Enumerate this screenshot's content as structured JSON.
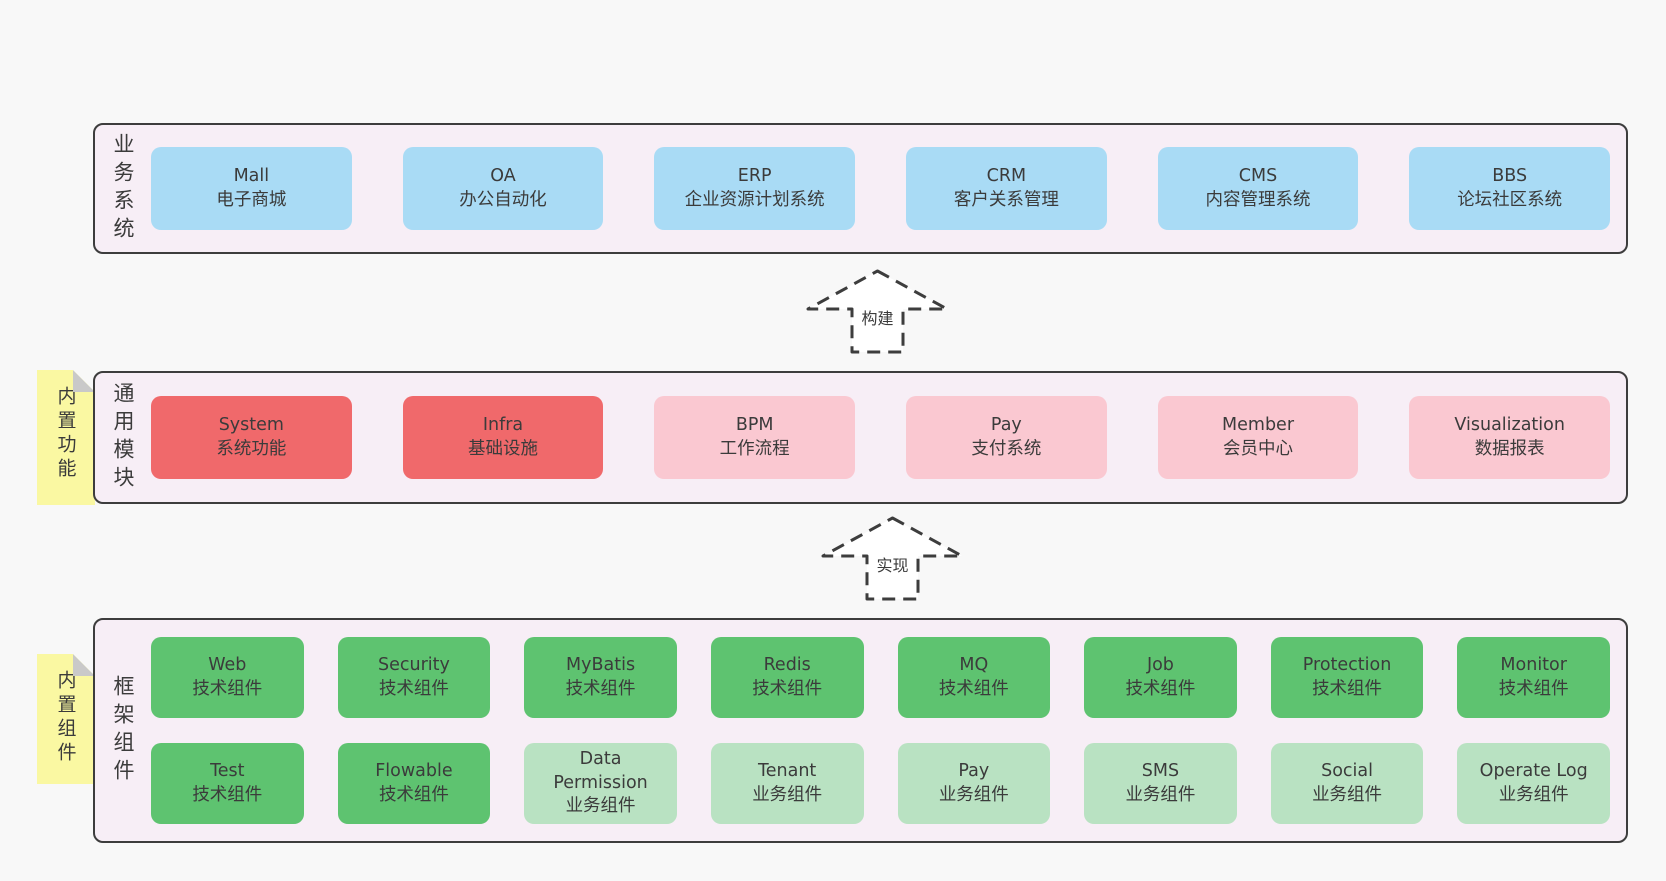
{
  "colors": {
    "page_bg": "#f8f8f8",
    "band_bg": "#f7eef6",
    "band_border": "#3d3d3d",
    "note_bg": "#faf8a2",
    "note_fold": "#c9c9c9",
    "text": "#3b3b3b",
    "blue": "#a9dbf5",
    "red": "#f0696b",
    "pink": "#fac8d1",
    "green": "#5ec370",
    "lightgreen": "#b9e2c2"
  },
  "bands": [
    {
      "id": "business-systems",
      "label": "业务系统",
      "boxes": [
        {
          "name": "Mall",
          "desc": "电子商城",
          "variant": "blue"
        },
        {
          "name": "OA",
          "desc": "办公自动化",
          "variant": "blue"
        },
        {
          "name": "ERP",
          "desc": "企业资源计划系统",
          "variant": "blue"
        },
        {
          "name": "CRM",
          "desc": "客户关系管理",
          "variant": "blue"
        },
        {
          "name": "CMS",
          "desc": "内容管理系统",
          "variant": "blue"
        },
        {
          "name": "BBS",
          "desc": "论坛社区系统",
          "variant": "blue"
        }
      ]
    },
    {
      "id": "common-modules",
      "label": "通用模块",
      "boxes": [
        {
          "name": "System",
          "desc": "系统功能",
          "variant": "red"
        },
        {
          "name": "Infra",
          "desc": "基础设施",
          "variant": "red"
        },
        {
          "name": "BPM",
          "desc": "工作流程",
          "variant": "pink"
        },
        {
          "name": "Pay",
          "desc": "支付系统",
          "variant": "pink"
        },
        {
          "name": "Member",
          "desc": "会员中心",
          "variant": "pink"
        },
        {
          "name": "Visualization",
          "desc": "数据报表",
          "variant": "pink"
        }
      ]
    },
    {
      "id": "framework-components",
      "label": "框架组件",
      "rows": [
        [
          {
            "name": "Web",
            "desc": "技术组件",
            "variant": "green"
          },
          {
            "name": "Security",
            "desc": "技术组件",
            "variant": "green"
          },
          {
            "name": "MyBatis",
            "desc": "技术组件",
            "variant": "green"
          },
          {
            "name": "Redis",
            "desc": "技术组件",
            "variant": "green"
          },
          {
            "name": "MQ",
            "desc": "技术组件",
            "variant": "green"
          },
          {
            "name": "Job",
            "desc": "技术组件",
            "variant": "green"
          },
          {
            "name": "Protection",
            "desc": "技术组件",
            "variant": "green"
          },
          {
            "name": "Monitor",
            "desc": "技术组件",
            "variant": "green"
          }
        ],
        [
          {
            "name": "Test",
            "desc": "技术组件",
            "variant": "green"
          },
          {
            "name": "Flowable",
            "desc": "技术组件",
            "variant": "green"
          },
          {
            "name": "Data Permission",
            "desc": "业务组件",
            "variant": "lightgreen"
          },
          {
            "name": "Tenant",
            "desc": "业务组件",
            "variant": "lightgreen"
          },
          {
            "name": "Pay",
            "desc": "业务组件",
            "variant": "lightgreen"
          },
          {
            "name": "SMS",
            "desc": "业务组件",
            "variant": "lightgreen"
          },
          {
            "name": "Social",
            "desc": "业务组件",
            "variant": "lightgreen"
          },
          {
            "name": "Operate Log",
            "desc": "业务组件",
            "variant": "lightgreen"
          }
        ]
      ]
    }
  ],
  "notes": [
    {
      "label": "内置功能"
    },
    {
      "label": "内置组件"
    }
  ],
  "arrows": [
    {
      "label": "构建"
    },
    {
      "label": "实现"
    }
  ]
}
